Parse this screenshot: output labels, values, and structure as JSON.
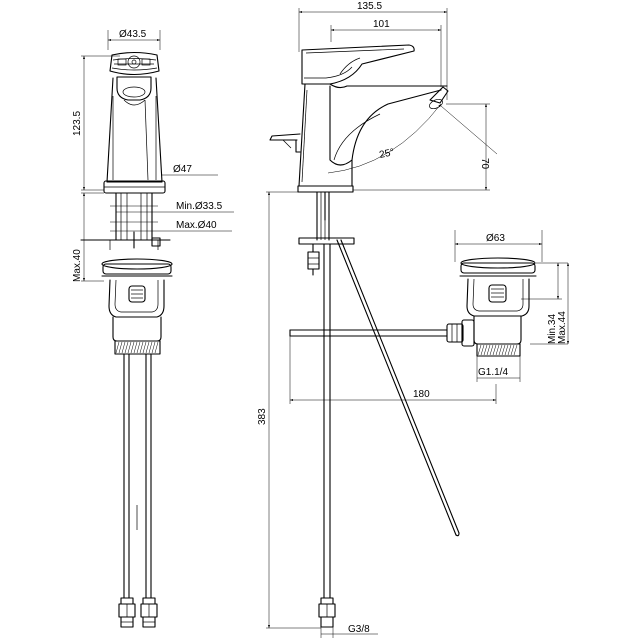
{
  "front_view": {
    "dim_diameter_top": "Ø43.5",
    "dim_height": "123.5",
    "dim_diameter_base": "Ø47",
    "dim_min_hole": "Min.Ø33.5",
    "dim_max_hole": "Max.Ø40",
    "dim_max_thickness": "Max.40"
  },
  "side_view": {
    "dim_total_length": "135.5",
    "dim_spout_reach": "101",
    "dim_spout_angle": "25°",
    "dim_spout_height": "70",
    "dim_hose_length": "383",
    "dim_waste_rod": "180",
    "dim_hose_thread": "G3/8"
  },
  "waste_view": {
    "dim_diameter": "Ø63",
    "dim_min_height": "Min.34",
    "dim_max_height": "Max.44",
    "dim_thread": "G1.1/4"
  }
}
